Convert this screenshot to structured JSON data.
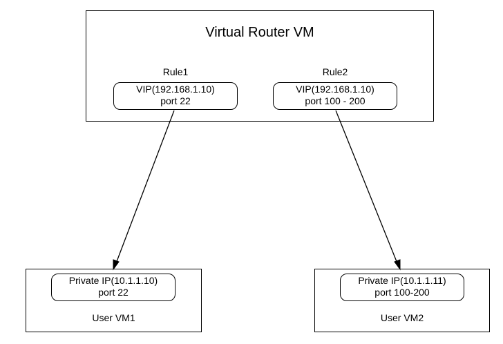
{
  "router": {
    "title": "Virtual Router VM",
    "rules": [
      {
        "name": "Rule1",
        "vip": "VIP(192.168.1.10)",
        "port": "port 22"
      },
      {
        "name": "Rule2",
        "vip": "VIP(192.168.1.10)",
        "port": "port 100 - 200"
      }
    ]
  },
  "vms": [
    {
      "name": "User VM1",
      "private_ip": "Private IP(10.1.1.10)",
      "port": "port 22"
    },
    {
      "name": "User VM2",
      "private_ip": "Private IP(10.1.1.11)",
      "port": "port 100-200"
    }
  ],
  "colors": {
    "stroke": "#000000",
    "background": "#ffffff"
  }
}
